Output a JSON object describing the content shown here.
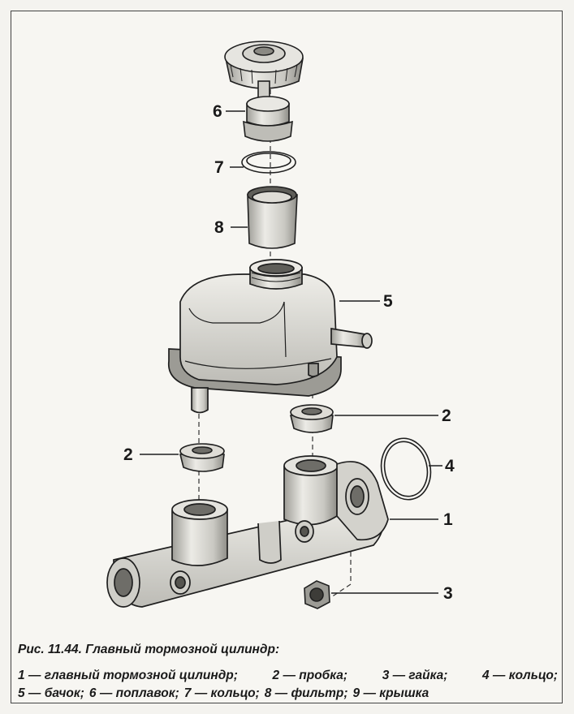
{
  "figure": {
    "caption_title": "Рис. 11.44. Главный тормозной цилиндр:",
    "legend_line1": [
      "1 — главный тормозной цилиндр;",
      "2 — пробка;",
      "3 — гайка;",
      "4 — кольцо;"
    ],
    "legend_line2": [
      "5 — бачок;",
      "6 — поплавок;",
      "7 — кольцо;",
      "8 — фильтр;",
      "9 — крышка"
    ]
  },
  "callouts": {
    "c1": "1",
    "c2a": "2",
    "c2b": "2",
    "c3": "3",
    "c4": "4",
    "c5": "5",
    "c6": "6",
    "c7": "7",
    "c8": "8"
  },
  "colors": {
    "line": "#1f1f1f",
    "body": "#e2e1dc",
    "shade": "#b9b8b2",
    "dark": "#6e6d68"
  }
}
